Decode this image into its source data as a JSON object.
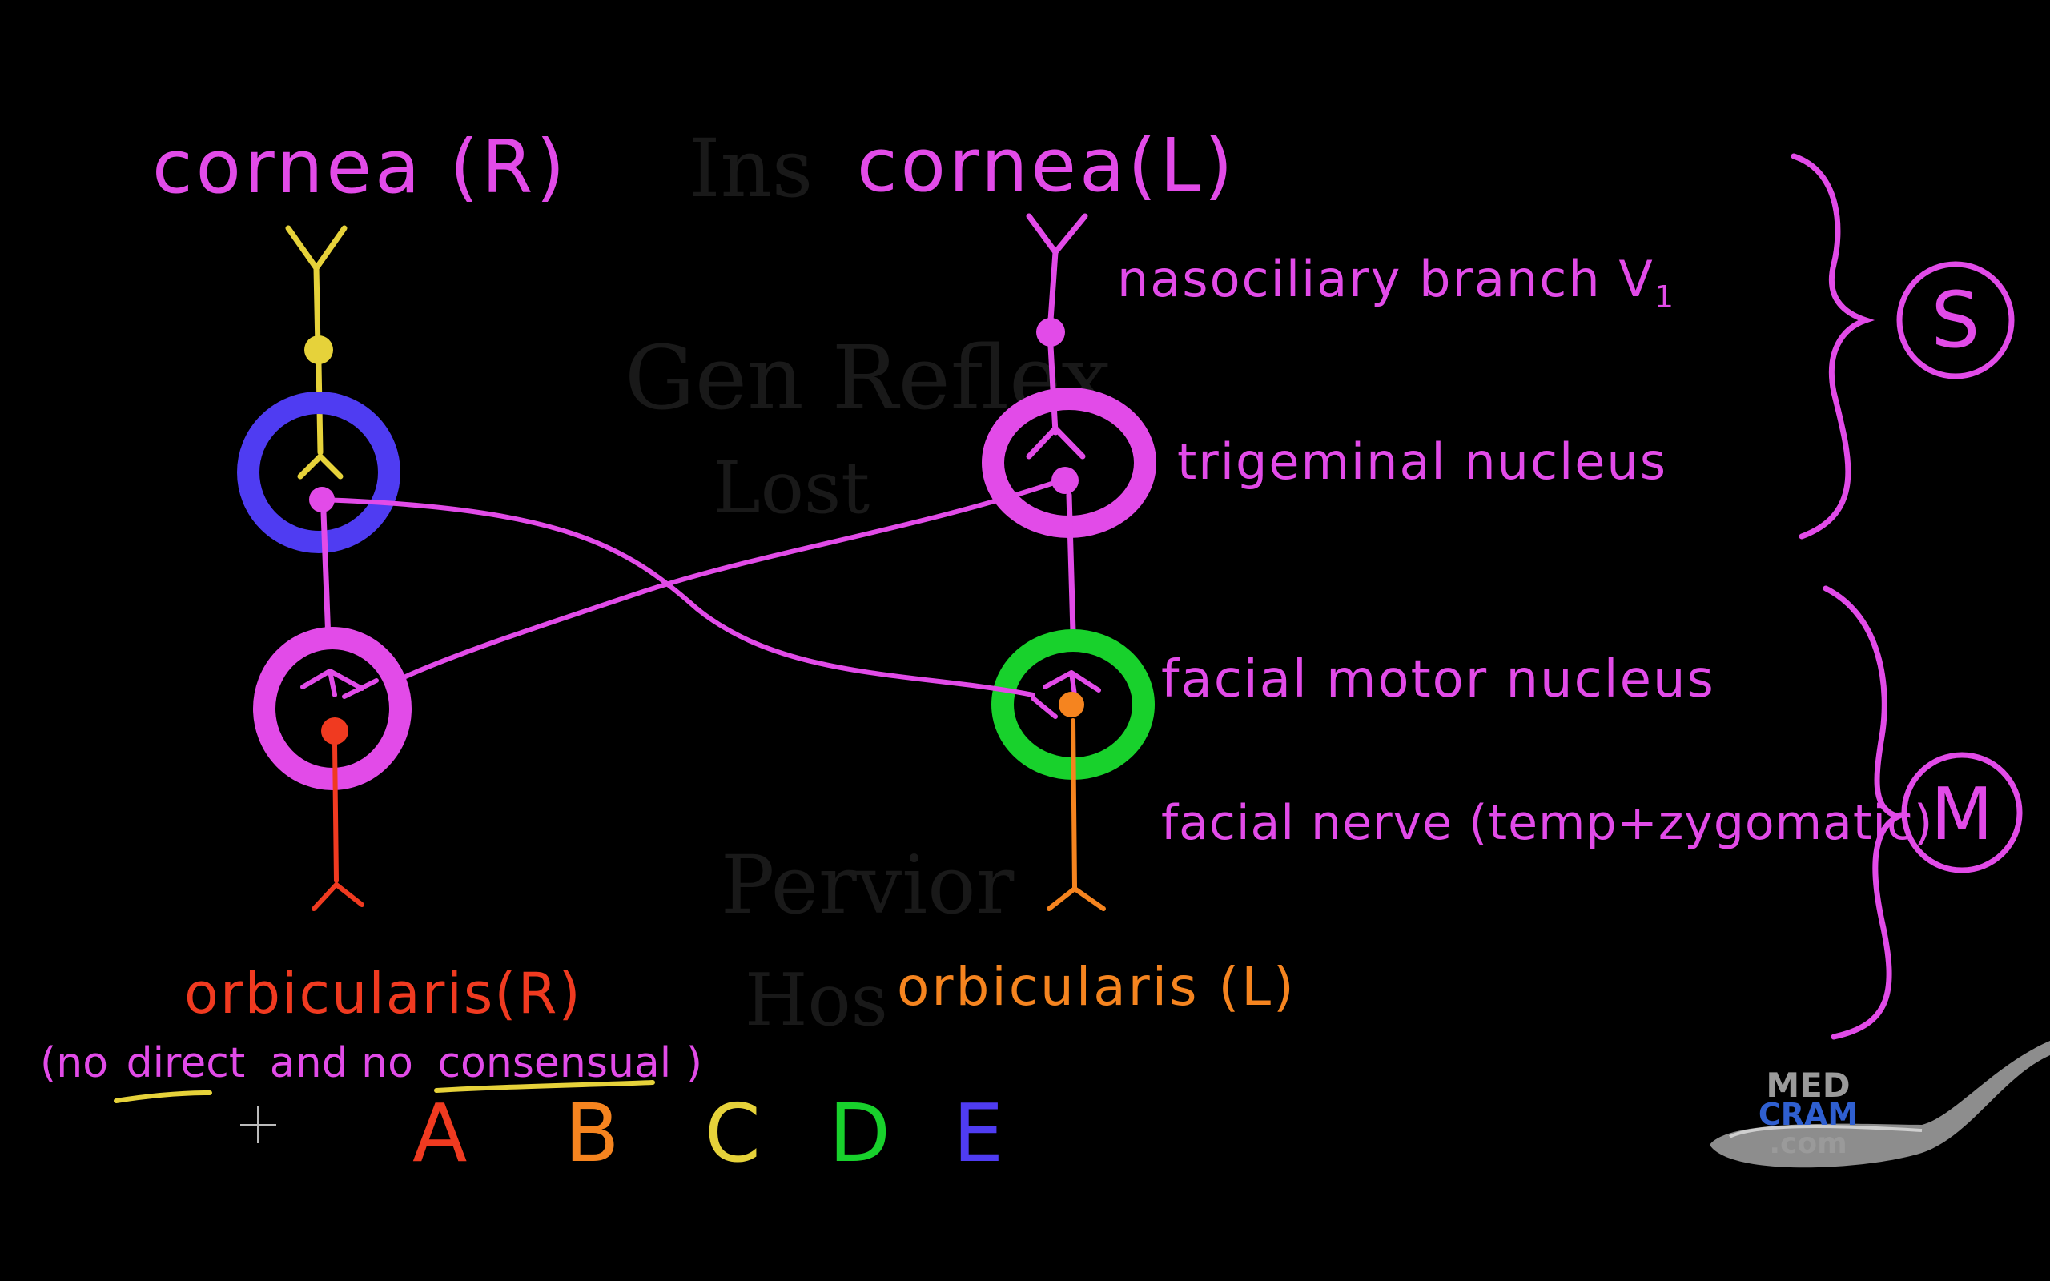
{
  "colors": {
    "background": "#000000",
    "magenta": "#e24be8",
    "yellow": "#e6d23a",
    "blue": "#4f3cf2",
    "green": "#18d12c",
    "orange": "#f5841f",
    "red": "#f03a20",
    "logo_blue": "#2f5fd0",
    "logo_grey": "#9a9a9a"
  },
  "labels": {
    "cornea_right": "cornea (R)",
    "cornea_left": "cornea(L)",
    "nasociliary": "nasociliary branch V",
    "nasociliary_subscript": "1",
    "trigeminal_nucleus": "trigeminal nucleus",
    "facial_motor_nucleus": "facial motor nucleus",
    "facial_nerve": "facial nerve (temp+zygomatic)",
    "orbicularis_right": "orbicularis(R)",
    "orbicularis_left": "orbicularis (L)",
    "note_open": "(no",
    "note_direct": "direct",
    "note_and_no": "and no",
    "note_consensual": "consensual",
    "note_close": ")",
    "sensory_marker": "S",
    "motor_marker": "M"
  },
  "options": [
    {
      "letter": "A",
      "color": "#f03a20"
    },
    {
      "letter": "B",
      "color": "#f5841f"
    },
    {
      "letter": "C",
      "color": "#e6d23a"
    },
    {
      "letter": "D",
      "color": "#18d12c"
    },
    {
      "letter": "E",
      "color": "#4f3cf2"
    }
  ],
  "logo": {
    "line1": "MED",
    "line2": "CRAM",
    "line3": ".com"
  }
}
